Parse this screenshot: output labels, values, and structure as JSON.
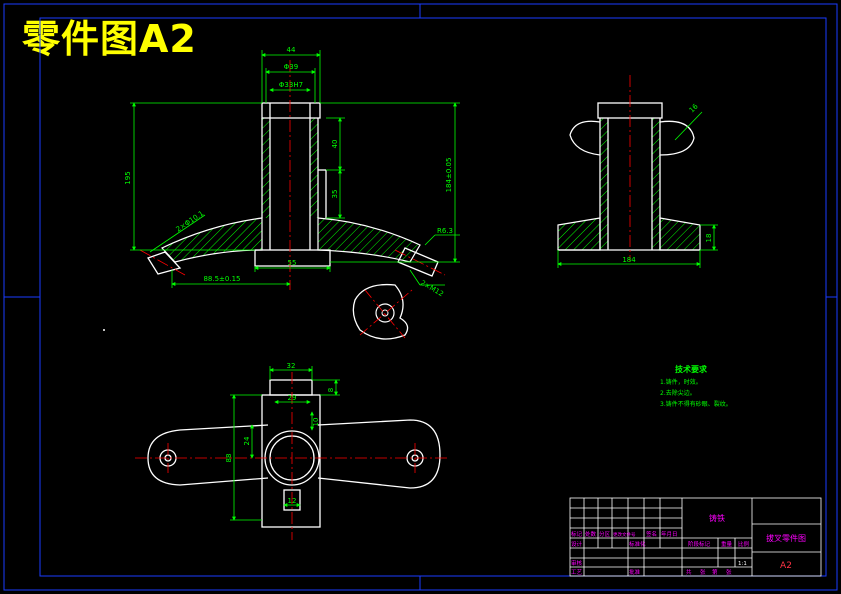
{
  "title": "零件图A2",
  "colors": {
    "background": "#000000",
    "frame": "#1a3cff",
    "outline": "#ffffff",
    "dimension": "#00ff00",
    "centerline": "#ff0000",
    "hatch": "#00ff00",
    "notes": "#00ff00",
    "title_block_lines": "#ffffff",
    "title_block_text": "#ff00ff",
    "title_heading": "#ffff00"
  },
  "dimensions": {
    "front_top_width": "44",
    "front_bore_outer": "Φ39",
    "front_bore_inner": "Φ33H7",
    "front_total_height": "195",
    "front_right_height": "184±0.05",
    "front_dim_40": "40",
    "front_dim_35": "35",
    "front_base_width": "55",
    "front_offset": "88.5±0.15",
    "front_left_hole": "2×Φ10.1",
    "front_right_hole": "2×M12",
    "front_radius": "R6.3",
    "side_total_width": "184",
    "side_base_height": "18",
    "side_radius": "16",
    "top_width": "32",
    "top_dim_8": "8",
    "top_dim_29": "29",
    "top_dim_88": "88",
    "top_dim_24": "24",
    "top_dim_10": "10",
    "top_dim_12": "12"
  },
  "notes": {
    "heading": "技术要求",
    "lines": [
      "1.铸件，时效。",
      "2.去除尖边。",
      "3.铸件不得有砂眼、裂纹。"
    ]
  },
  "title_block": {
    "material": "铸铁",
    "part_name": "拔叉零件图",
    "sheet": "A2",
    "row_labels": [
      "标记",
      "处数",
      "分区",
      "更改文件号",
      "签名",
      "年月日"
    ],
    "labels_left": [
      "设计",
      "审核",
      "工艺"
    ],
    "labels_mid": [
      "标准化",
      "批准"
    ],
    "labels_right": [
      "阶段标记",
      "重量",
      "比例"
    ],
    "labels_bottom": [
      "共",
      "张",
      "第",
      "张"
    ],
    "scale_value": "1:1"
  }
}
